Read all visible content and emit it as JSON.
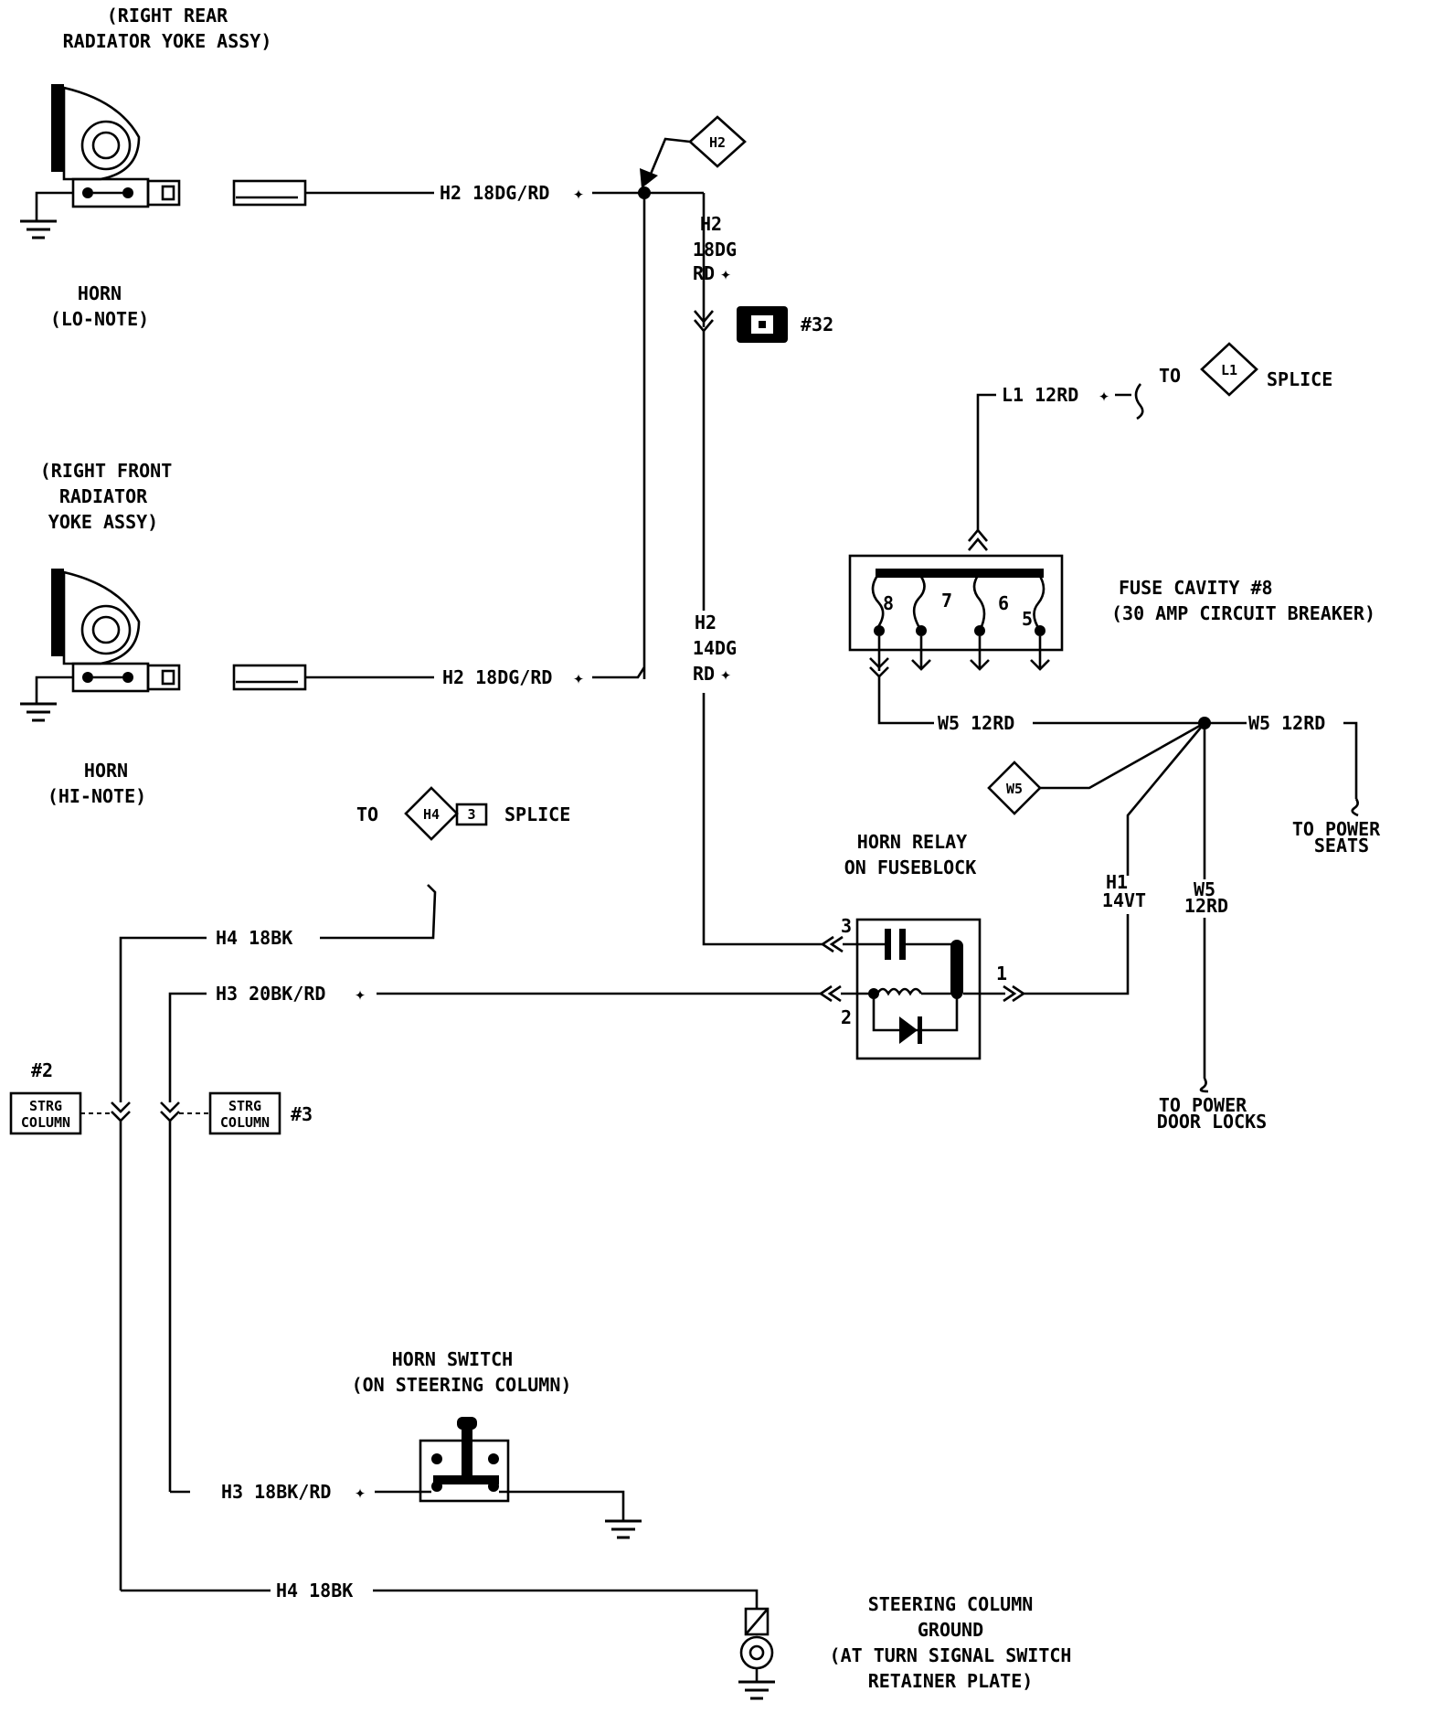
{
  "horn_lo": {
    "location": [
      "(RIGHT REAR",
      "RADIATOR YOKE ASSY)"
    ],
    "name": [
      "HORN",
      "(LO-NOTE)"
    ],
    "wire": "H2 18DG/RD"
  },
  "horn_hi": {
    "location": [
      "(RIGHT FRONT",
      "RADIATOR",
      "YOKE ASSY)"
    ],
    "name": [
      "HORN",
      "(HI-NOTE)"
    ],
    "wire": "H2 18DG/RD"
  },
  "splice_h2": {
    "label": "H2"
  },
  "h2_vertical_top": [
    "H2",
    "18DG",
    "RD"
  ],
  "connector_32": "#32",
  "h2_vertical_bottom": [
    "H2",
    "14DG",
    "RD"
  ],
  "l1_circuit": {
    "wire": "L1 12RD",
    "to": "TO",
    "splice_id": "L1",
    "splice": "SPLICE"
  },
  "fuse_cavity": {
    "title": "FUSE CAVITY #8",
    "subtitle": "(30 AMP CIRCUIT BREAKER)",
    "pins": [
      "8",
      "7",
      "6",
      "5"
    ]
  },
  "w5_circuit": {
    "wire_left": "W5 12RD",
    "wire_right": "W5 12RD",
    "splice_id": "W5",
    "power_seats": [
      "TO POWER",
      "SEATS"
    ],
    "wire_down": [
      "W5",
      "12RD"
    ],
    "power_door_locks": [
      "TO POWER",
      "DOOR LOCKS"
    ]
  },
  "h1_wire": [
    "H1",
    "14VT"
  ],
  "h4_splice": {
    "to": "TO",
    "id": "H4",
    "num": "3",
    "splice": "SPLICE"
  },
  "horn_relay": {
    "title": [
      "HORN RELAY",
      "ON FUSEBLOCK"
    ],
    "pin3": "3",
    "pin2": "2",
    "pin1": "1"
  },
  "h4_top": "H4 18BK",
  "h3_top": "H3 20BK/RD",
  "strg_left": {
    "num": "#2",
    "label": [
      "STRG",
      "COLUMN"
    ]
  },
  "strg_right": {
    "num": "#3",
    "label": [
      "STRG",
      "COLUMN"
    ]
  },
  "horn_switch": {
    "title": [
      "HORN SWITCH",
      "(ON STEERING COLUMN)"
    ],
    "wire": "H3 18BK/RD"
  },
  "h4_bottom": "H4 18BK",
  "steering_ground": [
    "STEERING COLUMN",
    "GROUND",
    "(AT TURN SIGNAL SWITCH",
    "RETAINER PLATE)"
  ]
}
